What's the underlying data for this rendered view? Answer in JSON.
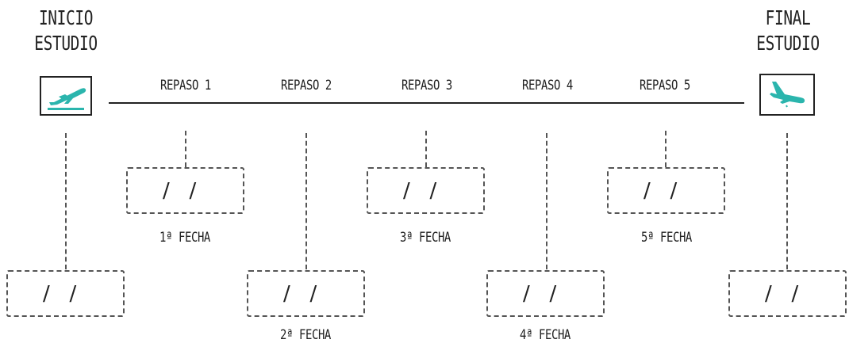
{
  "start": {
    "title_line1": "INICIO",
    "title_line2": "ESTUDIO",
    "icon": "airplane-takeoff-icon",
    "date_separator": "/   /"
  },
  "end": {
    "title_line1": "FINAL",
    "title_line2": "ESTUDIO",
    "icon": "airplane-landing-icon",
    "date_separator": "/   /"
  },
  "reviews": [
    {
      "label": "REPASO 1",
      "date_label": "1ª FECHA"
    },
    {
      "label": "REPASO 2",
      "date_label": "2ª FECHA"
    },
    {
      "label": "REPASO 3",
      "date_label": "3ª FECHA"
    },
    {
      "label": "REPASO 4",
      "date_label": "4ª FECHA"
    },
    {
      "label": "REPASO 5",
      "date_label": "5ª FECHA"
    }
  ],
  "colors": {
    "accent": "#2bb5ad",
    "line": "#222222",
    "dashed": "#555555"
  }
}
